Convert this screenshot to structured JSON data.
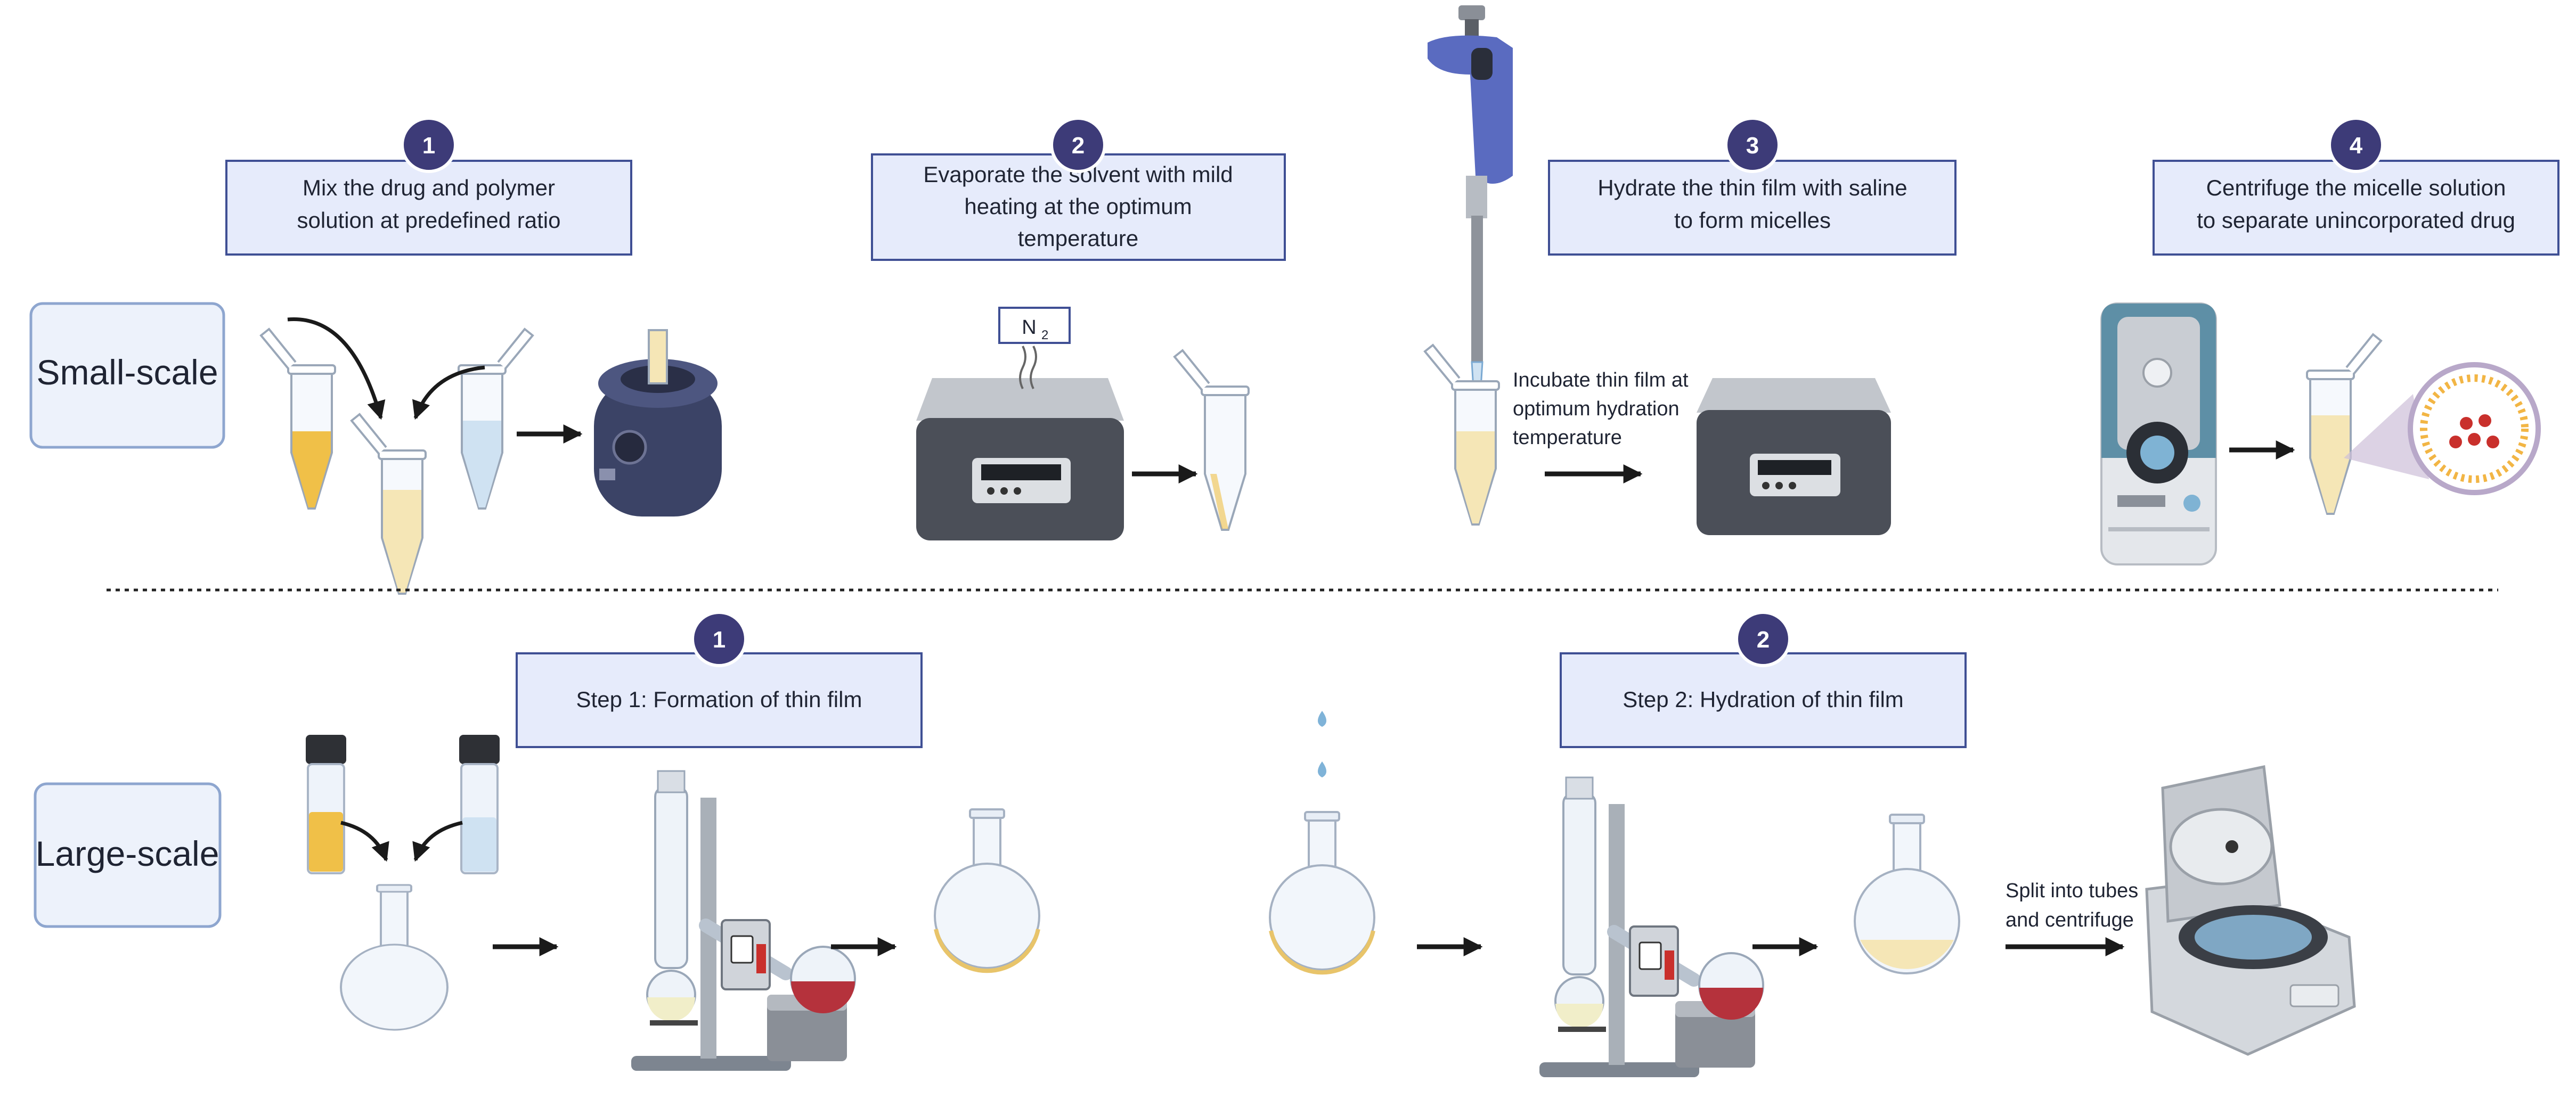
{
  "small_scale": {
    "row_label": "Small-scale",
    "steps": [
      {
        "number": "1",
        "lines": [
          "Mix the drug and polymer",
          "solution at predefined ratio"
        ]
      },
      {
        "number": "2",
        "lines": [
          "Evaporate the solvent with mild",
          "heating at the optimum",
          "temperature"
        ]
      },
      {
        "number": "3",
        "lines": [
          "Hydrate the thin film with saline",
          "to form micelles"
        ]
      },
      {
        "number": "4",
        "lines": [
          "Centrifuge the micelle solution",
          "to separate unincorporated drug"
        ]
      }
    ],
    "gas_label": "N",
    "gas_subscript": "2",
    "incubate_note": [
      "Incubate thin film at",
      "optimum hydration",
      "temperature"
    ]
  },
  "large_scale": {
    "row_label": "Large-scale",
    "steps": [
      {
        "number": "1",
        "lines": [
          "Step 1: Formation of thin film"
        ]
      },
      {
        "number": "2",
        "lines": [
          "Step 2: Hydration of thin film"
        ]
      }
    ],
    "split_note": [
      "Split into tubes",
      "and centrifuge"
    ]
  },
  "colors": {
    "box_fill": "#e6ebfb",
    "box_stroke": "#3f4f94",
    "row_label_fill": "#edf2fb",
    "row_label_stroke": "#8ea6cf",
    "badge": "#3d3b78",
    "yellow_liquid": "#f0c048",
    "pale_liquid": "#f5e6b6",
    "blue_liquid": "#cfe2f2",
    "device_dark": "#4b4f58",
    "arrow": "#1a1a1a"
  }
}
